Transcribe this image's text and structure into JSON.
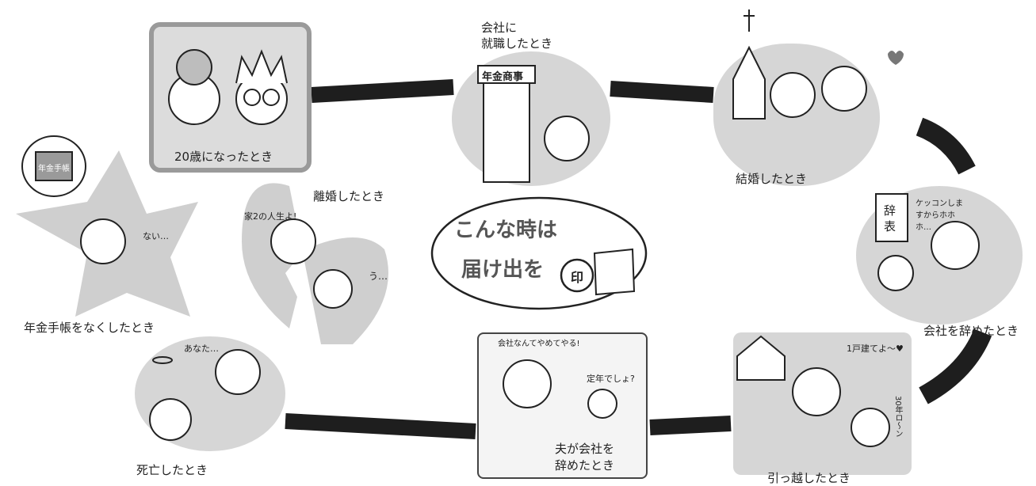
{
  "center": {
    "title_line1": "こんな時は",
    "title_line2": "届け出を",
    "stamp_text": "印"
  },
  "events": {
    "age20": "20歳になったとき",
    "employed_line1": "会社に",
    "employed_line2": "就職したとき",
    "married": "結婚したとき",
    "quit_job": "会社を辞めたとき",
    "moved": "引っ越したとき",
    "husband_quit_line1": "夫が会社を",
    "husband_quit_line2": "辞めたとき",
    "death": "死亡したとき",
    "lost_book": "年金手帳をなくしたとき",
    "divorced": "離婚したとき"
  },
  "speech": {
    "office_sign": "年金商事",
    "pension_book": "年金手帳",
    "nai": "ない…",
    "divorce_woman": "家2の人生よ!",
    "divorce_man": "う…",
    "anata": "あなた…",
    "husband": "会社なんてやめてやる!",
    "teinen": "定年でしょ?",
    "resign_doc_line1": "辞",
    "resign_doc_line2": "表",
    "resign_speech": "ケッコンしますからホホホ…",
    "house_speech": "1戸建てよ〜♥",
    "loan": "30年ロ〜ン"
  }
}
